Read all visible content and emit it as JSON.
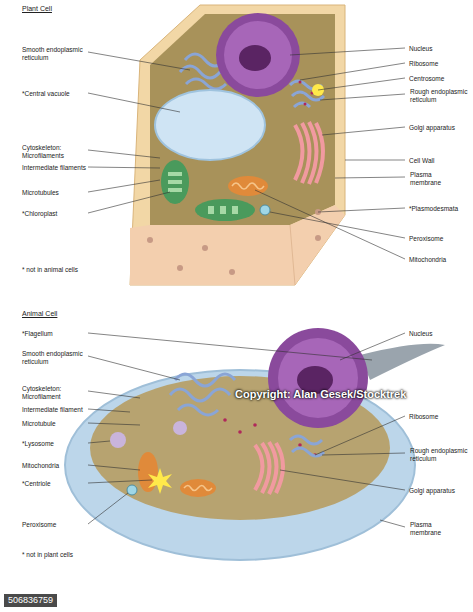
{
  "diagram": {
    "labels": [
      "Plant Cell",
      "Smooth endoplasmic reticulum",
      "*Central vacuole",
      "Cytoskeleton: Microfilaments",
      "Intermediate filaments",
      "Microtubules",
      "*Chloroplast",
      "* not in animal cells",
      "Nucleus",
      "Ribosome",
      "Centrosome",
      "Rough endoplasmic reticulum",
      "Golgi apparatus",
      "Cell Wall",
      "Plasma membrane",
      "*Plasmodesmata",
      "Peroxisome",
      "Mitochondria",
      "Animal Cell",
      "*Flagellum",
      "Smooth endoplasmic reticulum",
      "Cytoskeleton: Microfilament",
      "Intermediate filament",
      "Microtubule",
      "*Lysosome",
      "Mitochondria",
      "*Centriole",
      "Peroxisome",
      "* not in plant cells",
      "Nucleus",
      "Ribosome",
      "Rough endoplasmic reticulum",
      "Golgi apparatus",
      "Plasma membrane",
      "Copyright: Alan Gesek/Stocktrek",
      "506836759"
    ]
  }
}
